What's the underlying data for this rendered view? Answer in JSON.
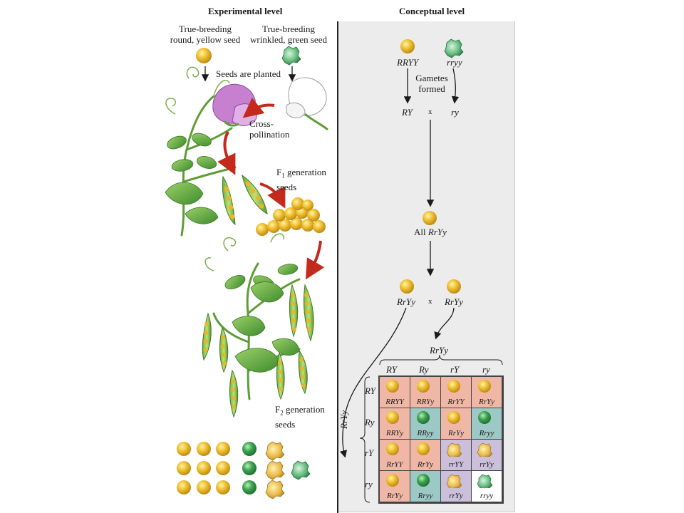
{
  "headers": {
    "experimental": "Experimental level",
    "conceptual": "Conceptual level"
  },
  "experimental": {
    "parent1": "True-breeding\nround, yellow seed",
    "parent2": "True-breeding\nwrinkled, green seed",
    "planted": "Seeds are planted",
    "cross": "Cross-\npollination",
    "f1": "F",
    "f1_sub": "1",
    "f1_rest": " generation\nseeds",
    "f2": "F",
    "f2_sub": "2",
    "f2_rest": " generation\nseeds"
  },
  "conceptual": {
    "p1": "RRYY",
    "p2": "rryy",
    "gametes": "Gametes\nformed",
    "g1": "RY",
    "x1": "x",
    "g2": "ry",
    "all_prefix": "All ",
    "all_geno": "RrYy",
    "f1a": "RrYy",
    "x2": "x",
    "f1b": "RrYy",
    "top_parent": "RrYy",
    "side_parent": "RrYy",
    "cols": [
      "RY",
      "Ry",
      "rY",
      "ry"
    ],
    "rows": [
      "RY",
      "Ry",
      "rY",
      "ry"
    ],
    "cells": [
      [
        "RRYY",
        "RRYy",
        "RrYY",
        "RrYy"
      ],
      [
        "RRYy",
        "RRyy",
        "RrYy",
        "Rryy"
      ],
      [
        "RrYY",
        "RrYy",
        "rrYY",
        "rrYy"
      ],
      [
        "RrYy",
        "Rryy",
        "rrYy",
        "rryy"
      ]
    ],
    "phenotypes": [
      [
        "round-yellow",
        "round-yellow",
        "round-yellow",
        "round-yellow"
      ],
      [
        "round-yellow",
        "round-green",
        "round-yellow",
        "round-green"
      ],
      [
        "round-yellow",
        "round-yellow",
        "wrinkled-yellow",
        "wrinkled-yellow"
      ],
      [
        "round-yellow",
        "round-green",
        "wrinkled-yellow",
        "wrinkled-green"
      ]
    ]
  },
  "colors": {
    "round_yellow_bg": "#f1b7a6",
    "round_green_bg": "#9cc9c5",
    "wrinkled_yellow_bg": "#cbbfdc",
    "wrinkled_green_bg": "#ffffff",
    "seed_yellow": "#e8b62a",
    "seed_green": "#3b9a4c",
    "arrow_red": "#c42a1c"
  }
}
